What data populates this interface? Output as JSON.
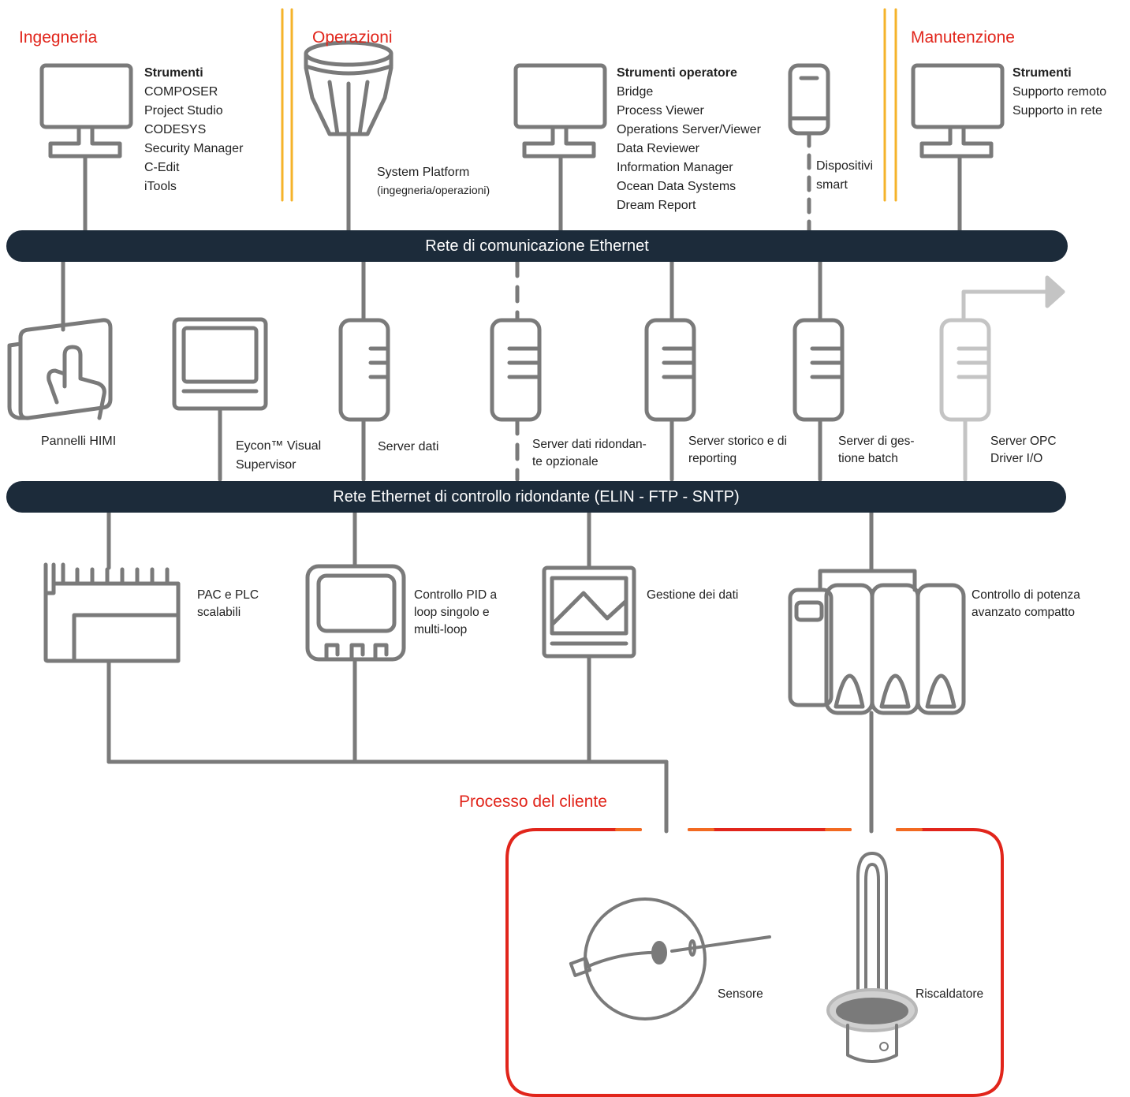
{
  "sections": {
    "engineering": "Ingegneria",
    "operations": "Operazioni",
    "maintenance": "Manutenzione",
    "customer_process": "Processo del cliente"
  },
  "engineering_tools": {
    "title": "Strumenti",
    "items": [
      "COMPOSER",
      "Project Studio",
      "CODESYS",
      "Security Manager",
      "C-Edit",
      "iTools"
    ]
  },
  "system_platform": [
    "System Platform",
    "(ingegneria/operazioni)"
  ],
  "operator_tools": {
    "title": "Strumenti operatore",
    "items": [
      "Bridge",
      "Process Viewer",
      "Operations Server/Viewer",
      "Data Reviewer",
      "Information Manager",
      "Ocean Data Systems",
      "Dream Report"
    ]
  },
  "smart_devices": [
    "Dispositivi",
    "smart"
  ],
  "maintenance_tools": {
    "title": "Strumenti",
    "items": [
      "Supporto remoto",
      "Supporto in rete"
    ]
  },
  "networks": {
    "ethernet": "Rete di comunicazione Ethernet",
    "control": "Rete Ethernet di controllo ridondante (ELIN - FTP - SNTP)"
  },
  "middle_devices": {
    "hmi": "Pannelli HIMI",
    "eycon": [
      "Eycon™ Visual",
      "Supervisor"
    ],
    "data_server": "Server dati",
    "redundant": [
      "Server dati ridondan-",
      "te opzionale"
    ],
    "historian": [
      "Server storico e di",
      "reporting"
    ],
    "batch": [
      "Server di ges-",
      "tione batch"
    ],
    "opc": [
      "Server OPC",
      "Driver I/O"
    ]
  },
  "field_devices": {
    "pac": [
      "PAC e PLC",
      "scalabili"
    ],
    "pid": [
      "Controllo PID a",
      "loop singolo e",
      "multi-loop"
    ],
    "data_mgmt": "Gestione dei dati",
    "power": [
      "Controllo di potenza",
      "avanzato compatto"
    ]
  },
  "process": {
    "sensor": "Sensore",
    "heater": "Riscaldatore"
  },
  "colors": {
    "accent_red": "#e1251b",
    "divider_yellow": "#f5b32a",
    "network_bar": "#1c2b3a",
    "icon_gray": "#7a7a7a",
    "faded_gray": "#c4c4c4",
    "orange": "#f26a21"
  }
}
